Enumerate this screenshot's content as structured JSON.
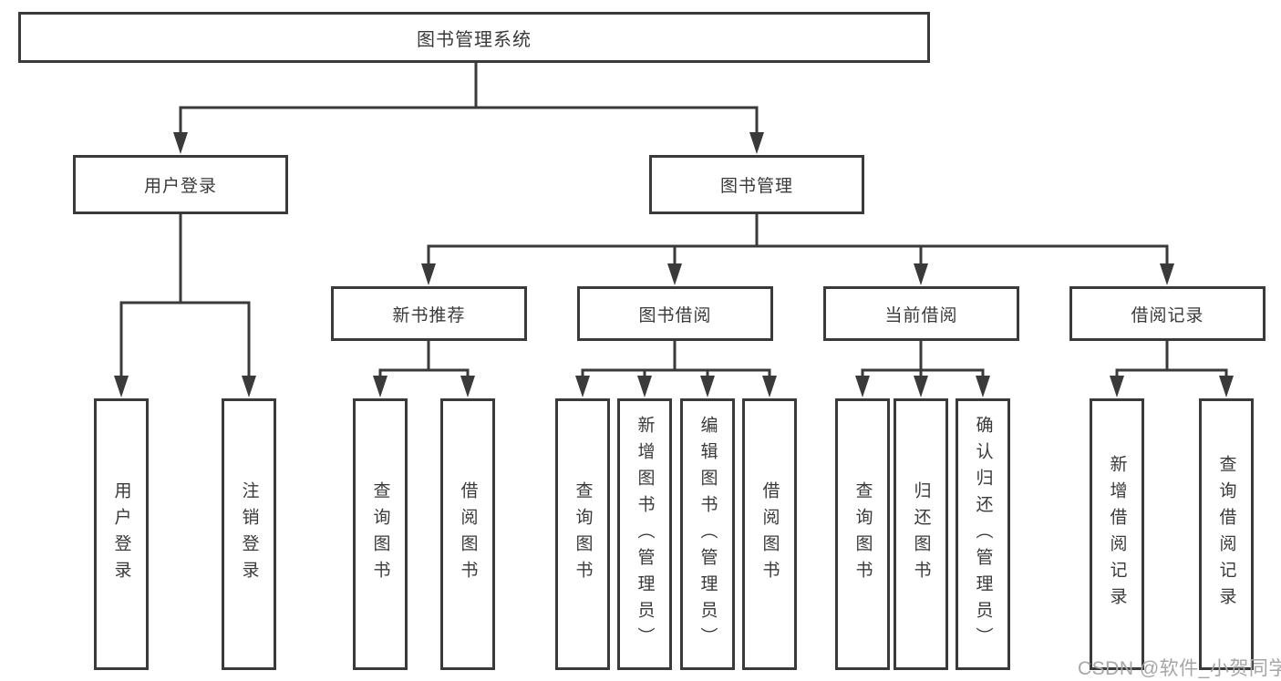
{
  "tree": {
    "label": "图书管理系统",
    "children": [
      {
        "label": "用户登录",
        "children": [
          {
            "label": "用户登录"
          },
          {
            "label": "注销登录"
          }
        ]
      },
      {
        "label": "图书管理",
        "children": [
          {
            "label": "新书推荐",
            "children": [
              {
                "label": "查询图书"
              },
              {
                "label": "借阅图书"
              }
            ]
          },
          {
            "label": "图书借阅",
            "children": [
              {
                "label": "查询图书"
              },
              {
                "label": "新增图书（管理员）"
              },
              {
                "label": "编辑图书（管理员）"
              },
              {
                "label": "借阅图书"
              }
            ]
          },
          {
            "label": "当前借阅",
            "children": [
              {
                "label": "查询图书"
              },
              {
                "label": "归还图书"
              },
              {
                "label": "确认归还（管理员）"
              }
            ]
          },
          {
            "label": "借阅记录",
            "children": [
              {
                "label": "新增借阅记录"
              },
              {
                "label": "查询借阅记录"
              }
            ]
          }
        ]
      }
    ]
  },
  "watermark": {
    "text": "CSDN @软件_小贺同学"
  },
  "colors": {
    "line": "#3a3a3a",
    "box_border": "#3a3a3a",
    "box_fill": "#ffffff",
    "text": "#3a3a3a",
    "watermark": "#a6a6a6",
    "background": "#ffffff"
  }
}
